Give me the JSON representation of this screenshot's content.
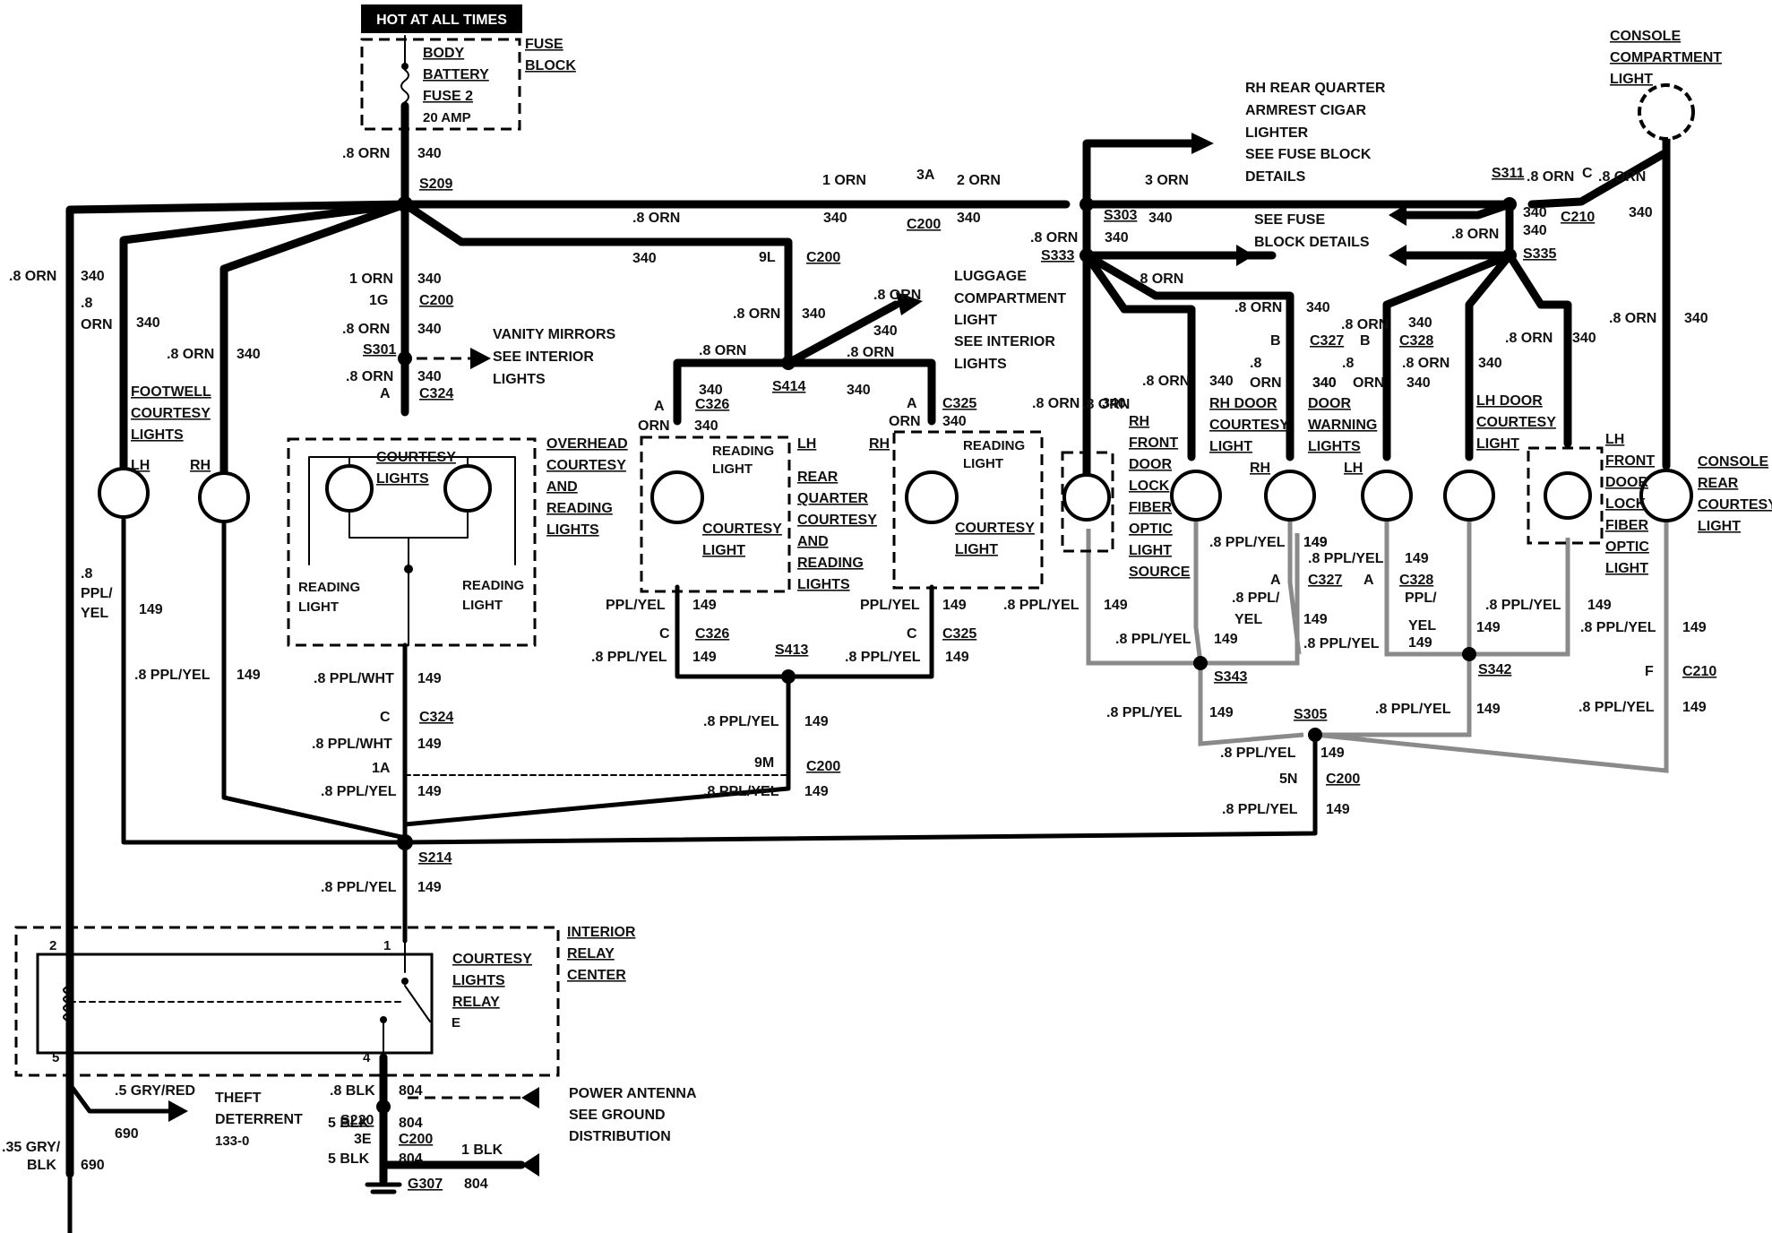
{
  "header": {
    "hot_at_all_times": "HOT AT ALL TIMES"
  },
  "fuse": {
    "line1": "BODY",
    "line2": "BATTERY",
    "line3": "FUSE 2",
    "rating": "20 AMP",
    "block1": "FUSE",
    "block2": "BLOCK"
  },
  "splices": {
    "s209": "S209",
    "s301": "S301",
    "s414": "S414",
    "s413": "S413",
    "s214": "S214",
    "s303": "S303",
    "s333": "S333",
    "s311": "S311",
    "s335": "S335",
    "s343": "S343",
    "s342": "S342",
    "s305": "S305",
    "s220": "S220",
    "g307": "G307"
  },
  "connectors": {
    "c200": "C200",
    "c324": "C324",
    "c326": "C326",
    "c325": "C325",
    "c327": "C327",
    "c328": "C328",
    "c210": "C210"
  },
  "pins": {
    "p1g": "1G",
    "pA": "A",
    "p9l": "9L",
    "p3a": "3A",
    "pB": "B",
    "pC": "C",
    "p1a": "1A",
    "p9m": "9M",
    "p5n": "5N",
    "pF": "F",
    "p3e": "3E",
    "p1": "1",
    "p2": "2",
    "p4": "4",
    "p5": "5",
    "pE": "E"
  },
  "wires": {
    "orn08": ".8 ORN",
    "orn1": "1 ORN",
    "orn2": "2 ORN",
    "orn3": "3 ORN",
    "c340": "340",
    "orn_short": "ORN",
    "orn_dot8": ".8",
    "ppl_yel08": ".8 PPL/YEL",
    "ppl_yel": "PPL/YEL",
    "ppl_wht08": ".8 PPL/WHT",
    "c149": "149",
    "ppl_yel_a": ".8 PPL/",
    "yel": "YEL",
    "ppl_a": "PPL/",
    "gry_red": ".5 GRY/RED",
    "c690": "690",
    "gry_035": ".35 GRY/",
    "blk": "BLK",
    "blk08": ".8 BLK",
    "blk5": "5 BLK",
    "blk1": "1 BLK",
    "c804": "804"
  },
  "components": {
    "vanity": [
      "VANITY MIRRORS",
      "SEE INTERIOR",
      "LIGHTS"
    ],
    "luggage": [
      "LUGGAGE",
      "COMPARTMENT",
      "LIGHT",
      "SEE INTERIOR",
      "LIGHTS"
    ],
    "rh_lighter": [
      "RH REAR QUARTER",
      "ARMREST CIGAR",
      "LIGHTER",
      "SEE FUSE BLOCK",
      "DETAILS"
    ],
    "see_fuse": [
      "SEE FUSE",
      "BLOCK DETAILS"
    ],
    "console_comp": [
      "CONSOLE",
      "COMPARTMENT",
      "LIGHT"
    ],
    "footwell": [
      "FOOTWELL",
      "COURTESY",
      "LIGHTS"
    ],
    "lh": "LH",
    "rh": "RH",
    "courtesy_lights": [
      "COURTESY",
      "LIGHTS"
    ],
    "overhead": [
      "OVERHEAD",
      "COURTESY",
      "AND",
      "READING",
      "LIGHTS"
    ],
    "reading_light": [
      "READING",
      "LIGHT"
    ],
    "courtesy_light": [
      "COURTESY",
      "LIGHT"
    ],
    "rear_quarter": [
      "REAR",
      "QUARTER",
      "COURTESY",
      "AND",
      "READING",
      "LIGHTS"
    ],
    "rh_front_fiber": [
      "RH",
      "FRONT",
      "DOOR",
      "LOCK",
      "FIBER",
      "OPTIC",
      "LIGHT",
      "SOURCE"
    ],
    "rh_door": [
      "RH DOOR",
      "COURTESY",
      "LIGHT"
    ],
    "door_warning": [
      "DOOR",
      "WARNING",
      "LIGHTS"
    ],
    "lh_door": [
      "LH DOOR",
      "COURTESY",
      "LIGHT"
    ],
    "lh_front_fiber": [
      "LH",
      "FRONT",
      "DOOR",
      "LOCK",
      "FIBER",
      "OPTIC",
      "LIGHT"
    ],
    "console_rear": [
      "CONSOLE",
      "REAR",
      "COURTESY",
      "LIGHT"
    ],
    "relay_center": [
      "INTERIOR",
      "RELAY",
      "CENTER"
    ],
    "relay": [
      "COURTESY",
      "LIGHTS",
      "RELAY"
    ],
    "theft": [
      "THEFT",
      "DETERRENT",
      "133-0"
    ],
    "antenna": [
      "POWER ANTENNA",
      "SEE GROUND",
      "DISTRIBUTION"
    ]
  }
}
